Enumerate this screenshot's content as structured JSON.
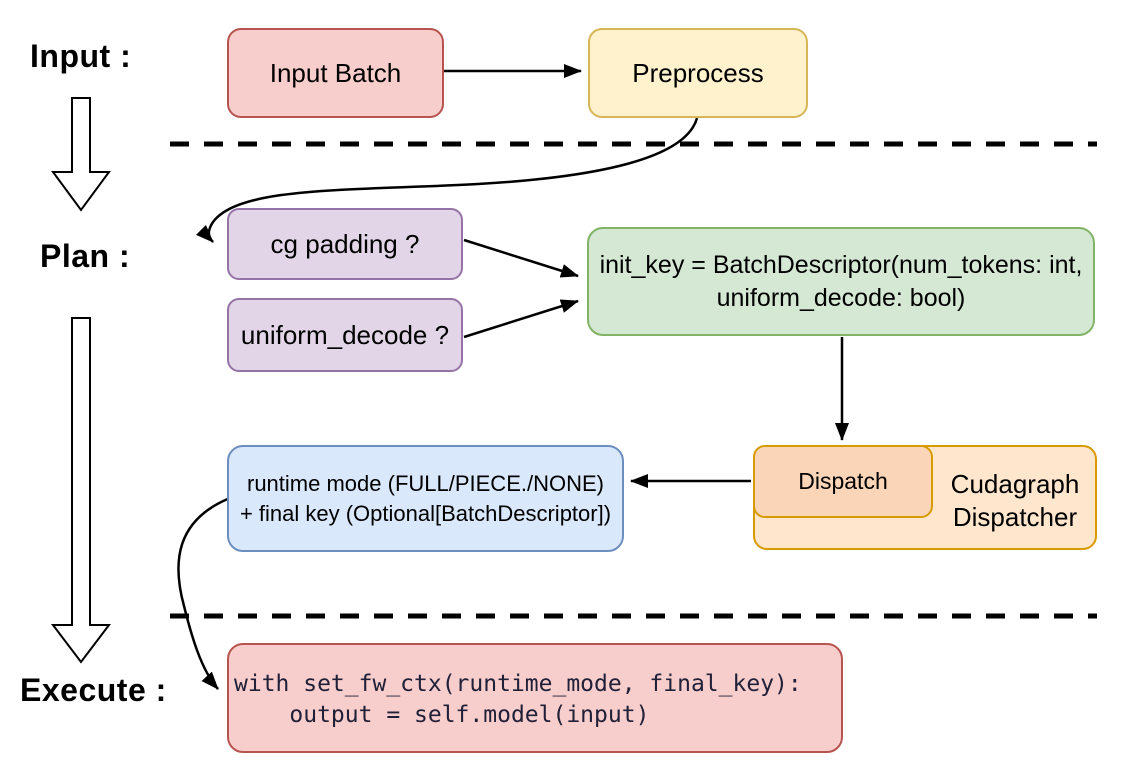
{
  "diagram": {
    "stage_labels": {
      "input": "Input :",
      "plan": "Plan :",
      "execute": "Execute :"
    },
    "nodes": {
      "input_batch": {
        "label": "Input Batch"
      },
      "preprocess": {
        "label": "Preprocess"
      },
      "cg_padding": {
        "label": "cg padding ?"
      },
      "uniform_decode": {
        "label": "uniform_decode ?"
      },
      "init_key": {
        "line1": "init_key = BatchDescriptor(num_tokens: int,",
        "line2": "uniform_decode: bool)"
      },
      "dispatch": {
        "label": "Dispatch"
      },
      "cudagraph_dispatcher": {
        "line1": "Cudagraph",
        "line2": "Dispatcher"
      },
      "runtime_mode": {
        "line1": "runtime mode (FULL/PIECE./NONE)",
        "line2": "+ final key (Optional[BatchDescriptor])"
      },
      "execute_code": {
        "line1": "with set_fw_ctx(runtime_mode, final_key):",
        "line2": "    output = self.model(input)"
      }
    },
    "colors": {
      "red_fill": "#f8cecc",
      "red_stroke": "#b85450",
      "yellow_fill": "#fff2cc",
      "yellow_stroke": "#d6b656",
      "purple_fill": "#e1d5e7",
      "purple_stroke": "#9673a6",
      "green_fill": "#d5e8d4",
      "green_stroke": "#82b366",
      "blue_fill": "#dae8fc",
      "blue_stroke": "#6c8ebf",
      "orange_fill": "#ffe6cc",
      "orange_inner_fill": "#fbd5b8",
      "orange_stroke": "#d79b00",
      "connector": "#000000",
      "background": "#ffffff"
    }
  }
}
